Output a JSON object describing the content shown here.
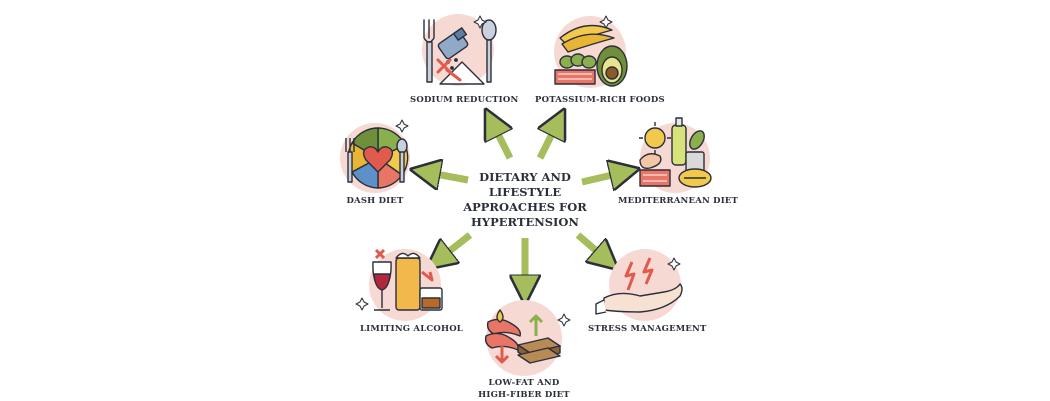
{
  "title_lines": [
    "DIETARY AND",
    "LIFESTYLE",
    "APPROACHES FOR",
    "HYPERTENSION"
  ],
  "nodes": {
    "sodium": "SODIUM REDUCTION",
    "potassium": "POTASSIUM-RICH FOODS",
    "dash": "DASH DIET",
    "mediterranean": "MEDITERRANEAN DIET",
    "alcohol": "LIMITING ALCOHOL",
    "stress": "STRESS MANAGEMENT",
    "lowfat": [
      "LOW-FAT AND",
      "HIGH-FIBER DIET"
    ]
  },
  "colors": {
    "arrow": "#a6bd5b",
    "outline": "#2b2f3a",
    "blob": "#f6d9d3",
    "accent_red": "#e05a4d"
  }
}
